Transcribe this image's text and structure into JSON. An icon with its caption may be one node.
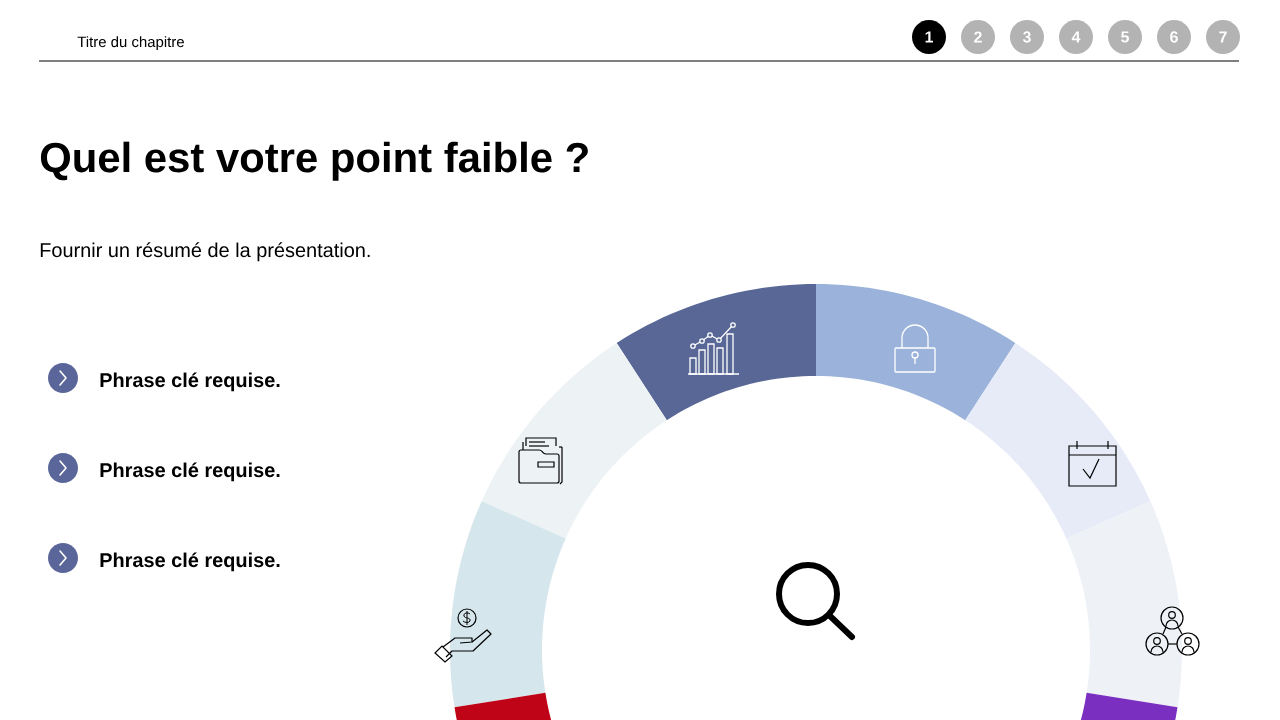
{
  "diagram": {
    "title": "Quel est votre point faible ?",
    "labels": [
      "Titre du chapitre",
      "1",
      "2",
      "3",
      "4",
      "5",
      "6",
      "7",
      "Fournir un résumé de la présentation.",
      "Phrase clé requise.",
      "Phrase clé requise.",
      "Phrase clé requise."
    ]
  }
}
